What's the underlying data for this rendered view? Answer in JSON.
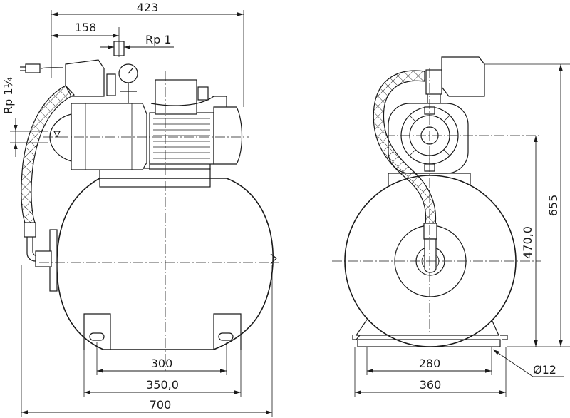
{
  "dimensions": {
    "overall_height": "423",
    "pump_offset": "158",
    "discharge_thread": "Rp 1",
    "suction_thread": "Rp 1¼",
    "front_feet_inner": "300",
    "front_feet_outer": "350,0",
    "tank_length": "700",
    "side_feet_inner": "280",
    "side_feet_outer": "360",
    "hole_diameter": "Ø12",
    "total_height": "655",
    "centre_height": "470,0"
  }
}
